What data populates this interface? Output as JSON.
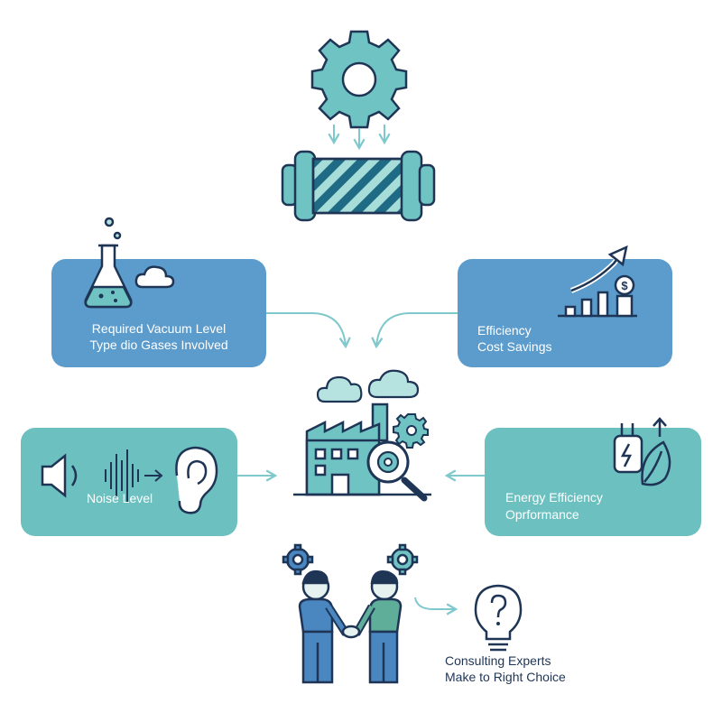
{
  "colors": {
    "stroke": "#1f3556",
    "teal": "#6fc3c2",
    "teal_light": "#b6e3e0",
    "blue_card": "#5b9ccc",
    "teal_card": "#6cc0c0",
    "arrow": "#7fc8cc",
    "person_blue": "#4a86c0",
    "person_green": "#5fae9a",
    "skin": "#e6f2ef"
  },
  "cards": {
    "vacuum": {
      "line1": "Required Vacuum Level",
      "line2": "Type dio Gases Involved"
    },
    "efficiency": {
      "line1": "Efficiency",
      "line2": "Cost Savings"
    },
    "noise": {
      "line1": "Noise Level"
    },
    "energy": {
      "line1": "Energy Efficiency",
      "line2": "Oprformance"
    }
  },
  "consulting": {
    "line1": "Consulting Experts",
    "line2": "Make to Right Choice"
  },
  "icons": {
    "top": [
      "gear-icon",
      "vacuum-pump-icon"
    ],
    "vacuum_card": [
      "flask-icon",
      "cloud-icon"
    ],
    "efficiency_card": [
      "growth-chart-icon",
      "dollar-icon"
    ],
    "noise_card": [
      "speaker-icon",
      "sound-wave-icon",
      "ear-icon"
    ],
    "energy_card": [
      "plug-leaf-icon"
    ],
    "center": [
      "factory-icon",
      "magnifier-gear-icon"
    ],
    "bottom": [
      "handshake-icon",
      "lightbulb-question-icon"
    ]
  }
}
